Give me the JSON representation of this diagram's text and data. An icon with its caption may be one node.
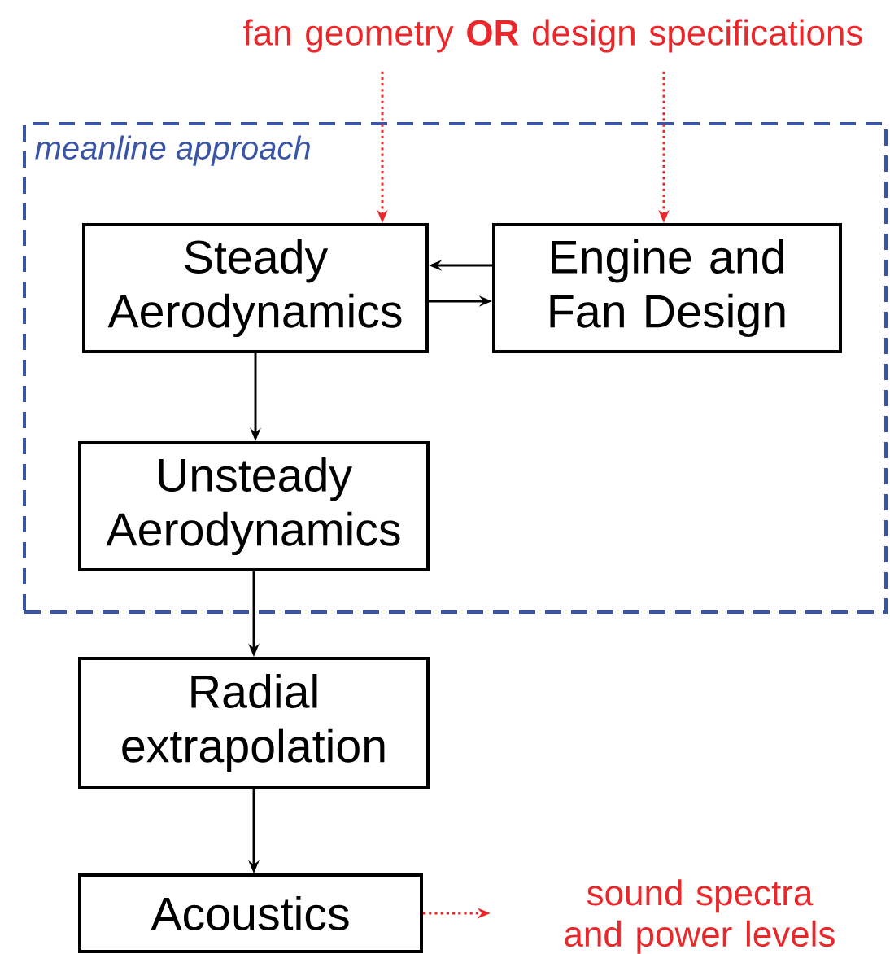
{
  "diagram": {
    "nodes": [
      {
        "text": [
          "meanline approach"
        ]
      },
      {
        "text": [
          "Steady Aerodynamics"
        ],
        "in": 0
      },
      {
        "text": [
          "Engine and Fan Design"
        ],
        "in": 0
      },
      {
        "text": [
          "Unsteady Aerodynamics"
        ],
        "in": 0
      },
      {
        "text": [
          "Radial extrapolation"
        ]
      },
      {
        "text": [
          "Acoustics"
        ]
      },
      {
        "text": [
          "fan geometry **OR** design specifications"
        ]
      },
      {
        "text": [
          "sound spectra and power levels"
        ]
      }
    ],
    "edges": [
      {
        "from": 6,
        "to": 1,
        "arrow": "to",
        "style": "dashed",
        "color": "#e8282b"
      },
      {
        "from": 6,
        "to": 2,
        "arrow": "to",
        "style": "dashed",
        "color": "#e8282b"
      },
      {
        "from": 2,
        "to": 1,
        "arrow": "to"
      },
      {
        "from": 1,
        "to": 2,
        "arrow": "to"
      },
      {
        "from": 1,
        "to": 3,
        "arrow": "to"
      },
      {
        "from": 3,
        "to": 4,
        "arrow": "to"
      },
      {
        "from": 4,
        "to": 5,
        "arrow": "to"
      },
      {
        "from": 5,
        "to": 7,
        "arrow": "to",
        "style": "dashed",
        "color": "#e8282b"
      }
    ]
  }
}
